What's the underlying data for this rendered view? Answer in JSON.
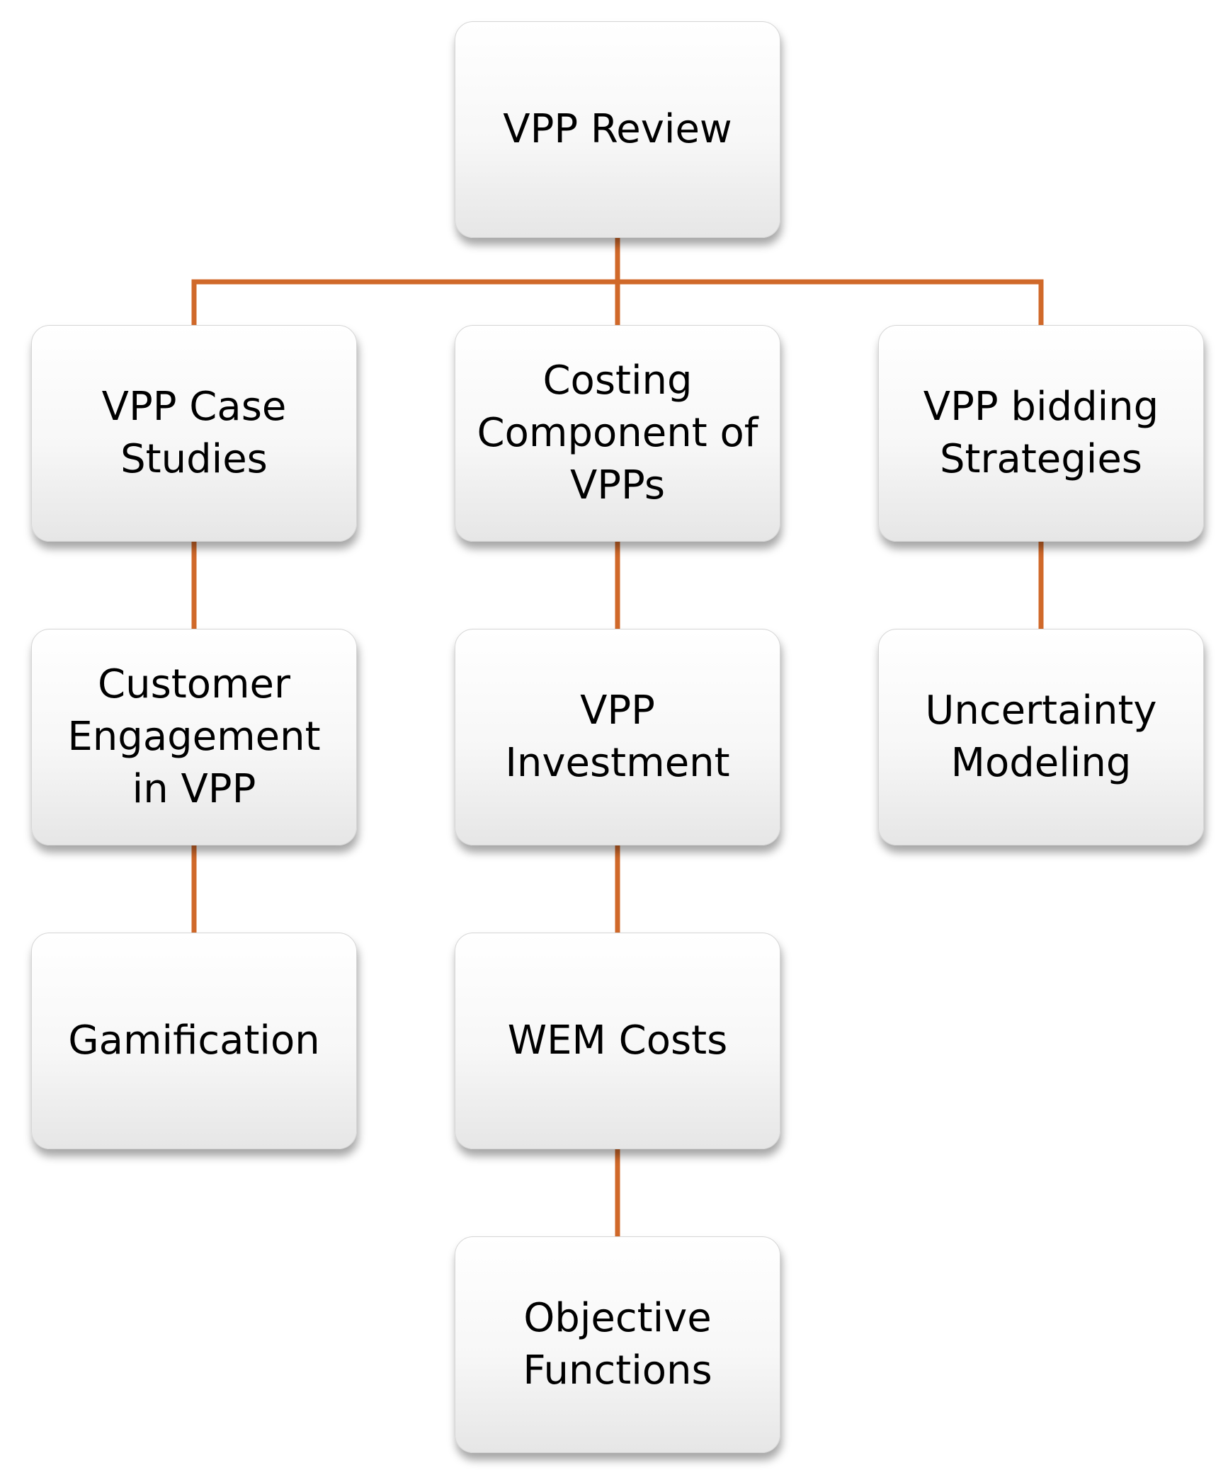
{
  "diagram": {
    "line_color": "#d0692a",
    "nodes": {
      "root": "VPP Review",
      "case_studies": "VPP Case\nStudies",
      "costing": "Costing\nComponent of\nVPPs",
      "bidding": "VPP bidding\nStrategies",
      "customer": "Customer\nEngagement\nin VPP",
      "investment": "VPP\nInvestment",
      "uncertainty": "Uncertainty\nModeling",
      "gamification": "Gamification",
      "wem_costs": "WEM Costs",
      "objective": "Objective\nFunctions"
    },
    "edges": [
      [
        "root",
        "case_studies"
      ],
      [
        "root",
        "costing"
      ],
      [
        "root",
        "bidding"
      ],
      [
        "case_studies",
        "customer"
      ],
      [
        "customer",
        "gamification"
      ],
      [
        "costing",
        "investment"
      ],
      [
        "investment",
        "wem_costs"
      ],
      [
        "wem_costs",
        "objective"
      ],
      [
        "bidding",
        "uncertainty"
      ]
    ]
  }
}
